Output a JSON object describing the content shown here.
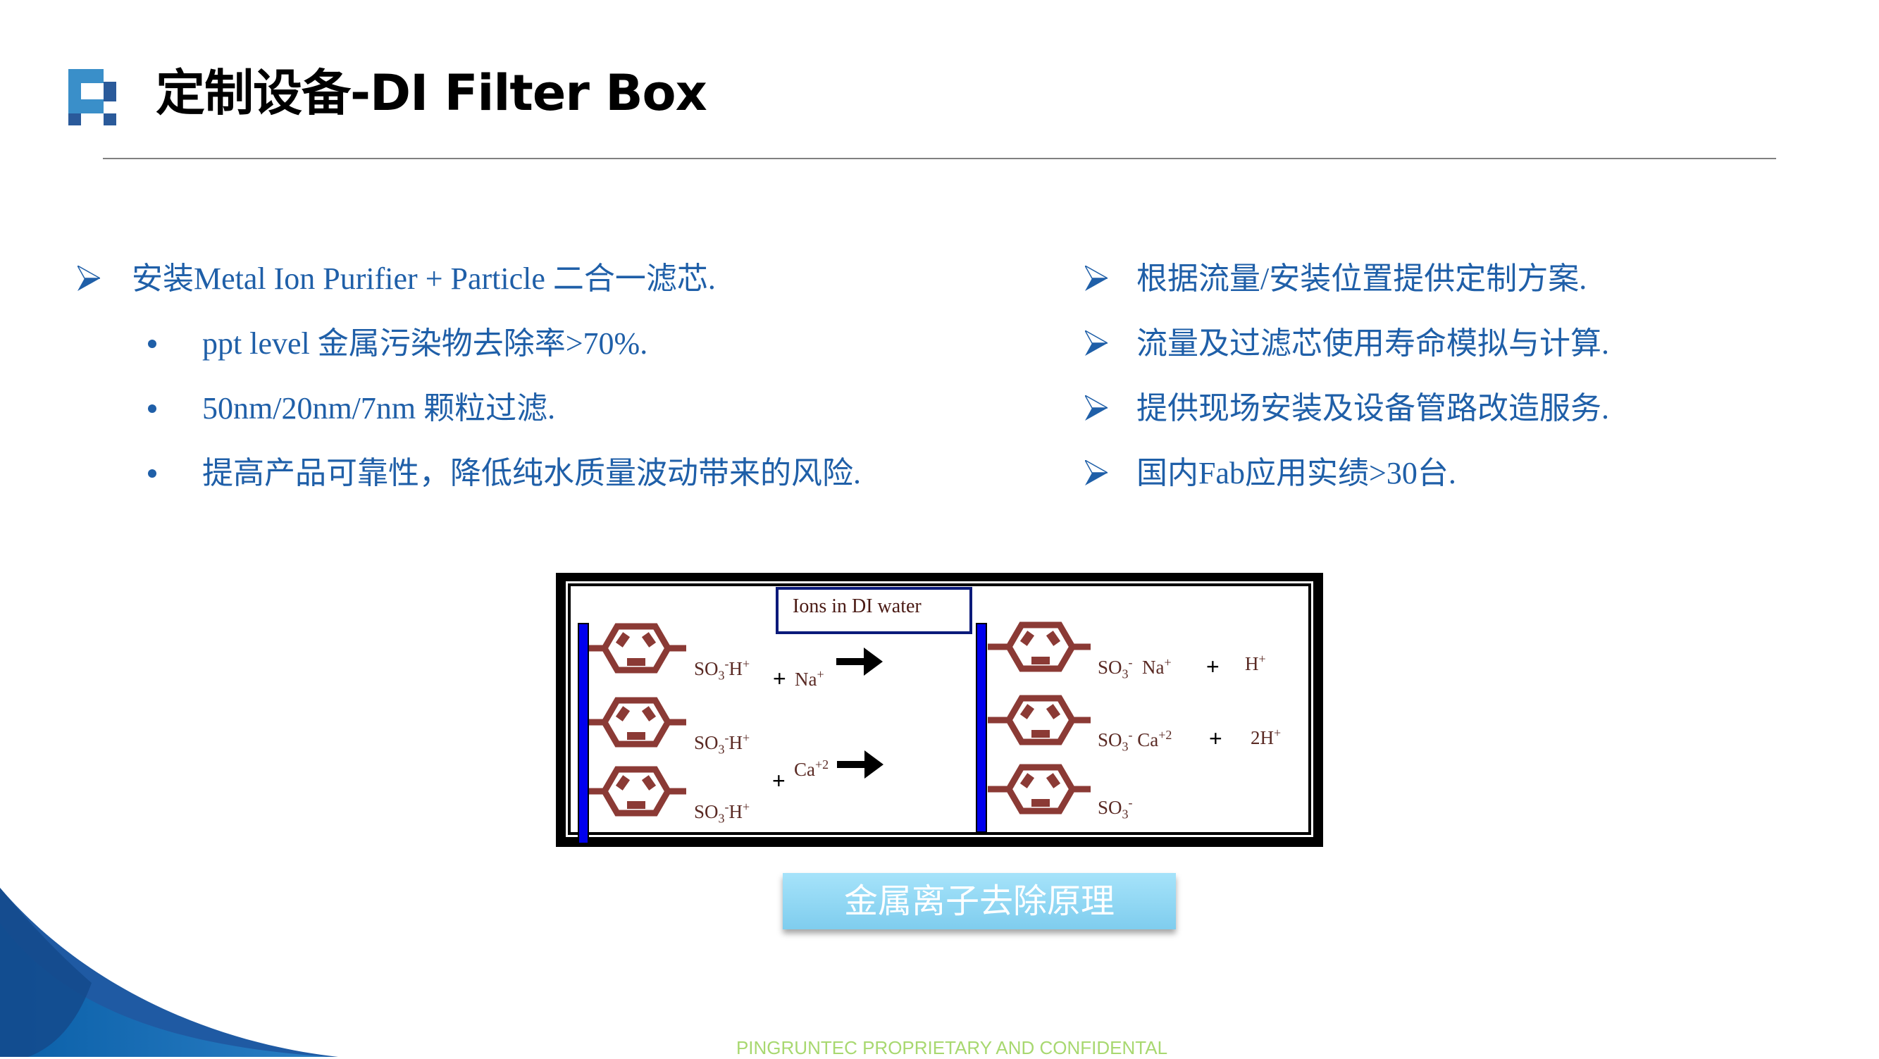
{
  "header": {
    "title": "定制设备-DI Filter Box"
  },
  "left_list": {
    "main": "安装Metal Ion Purifier + Particle 二合一滤芯.",
    "sub_items": [
      "ppt level 金属污染物去除率>70%.",
      "50nm/20nm/7nm 颗粒过滤.",
      "提高产品可靠性，降低纯水质量波动带来的风险."
    ]
  },
  "right_list": {
    "items": [
      "根据流量/安装位置提供定制方案.",
      "流量及过滤芯使用寿命模拟与计算.",
      "提供现场安装及设备管路改造服务.",
      "国内Fab应用实绩>30台."
    ]
  },
  "diagram": {
    "ions_label": "Ions in DI water",
    "left_groups": [
      "SO3-H+",
      "SO3-H+",
      "SO3-H+"
    ],
    "reactants": [
      "Na+",
      "Ca+2"
    ],
    "right_groups": [
      "SO3- Na+",
      "SO3- Ca+2",
      "SO3-"
    ],
    "products": [
      "H+",
      "2H+"
    ],
    "colors": {
      "resin_bar": "#0000ee",
      "molecule": "#8b3a35",
      "label_box": "#0b1a7a"
    }
  },
  "caption": "金属离子去除原理",
  "footer": "PINGRUNTEC PROPRIETARY AND CONFIDENTAL",
  "colors": {
    "text_blue": "#1f5fa8",
    "footer_green": "#a8d870",
    "rule": "#808080"
  }
}
